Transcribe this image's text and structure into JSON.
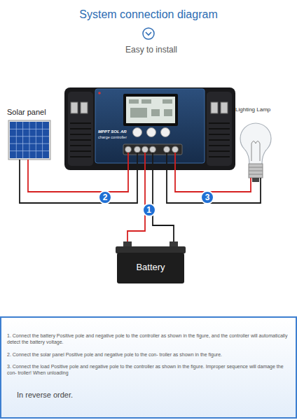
{
  "diagram": {
    "title": "System connection diagram",
    "nodes": [
      {
        "text": [
          "MPPT SOL AR",
          "charge controller"
        ]
      },
      {
        "text": [
          "Solar panel"
        ]
      },
      {
        "text": [
          "Lighting Lamp"
        ]
      },
      {
        "text": [
          "Battery"
        ]
      },
      {
        "text": [
          "1. Connect the battery Positive pole and negative pole to the controller as shown in the figure, and the controller will automatically detect the battery voltage.",
          "2. Connect the solar panel Positive pole and negative pole to the con- troller as shown in the figure.",
          "3. Connect the load Positive pole and negative pole to the controller as shown in the figure. Improper sequence will damage the con- troller! When unloading",
          "In reverse order."
        ]
      }
    ],
    "edges": [
      {
        "from": 3,
        "to": 0,
        "arrow": "none",
        "label": "1"
      },
      {
        "from": 1,
        "to": 0,
        "arrow": "none",
        "label": "2"
      },
      {
        "from": 0,
        "to": 2,
        "arrow": "none",
        "label": "3"
      }
    ],
    "labels": [
      "Easy to install"
    ]
  }
}
